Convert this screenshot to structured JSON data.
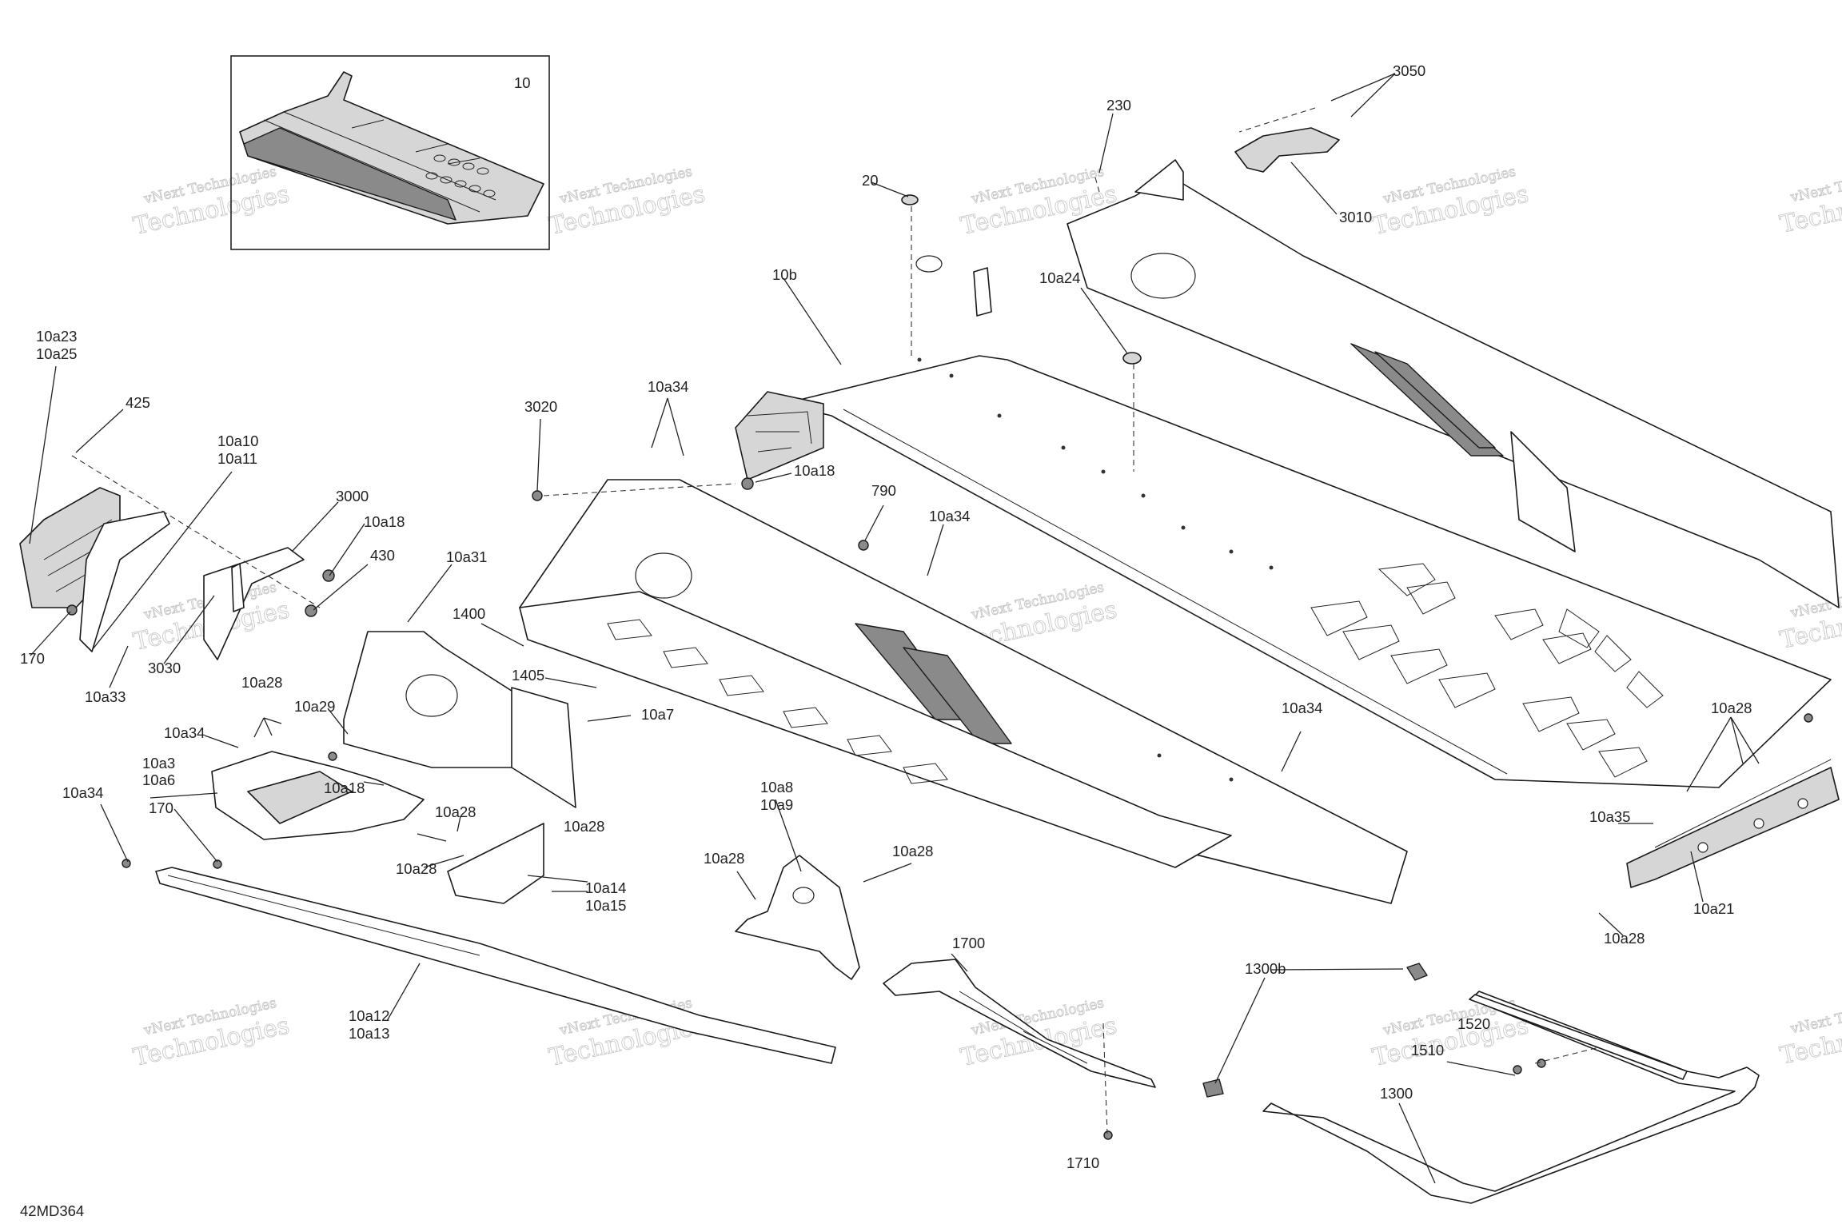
{
  "diagram_code": "42MD364",
  "inset": {
    "label": "10"
  },
  "watermark": {
    "line1": "vNext Technologies",
    "line2": "Technologies"
  },
  "callouts": {
    "c3050": "3050",
    "c230": "230",
    "c20": "20",
    "c3010": "3010",
    "c10b": "10b",
    "c10a24": "10a24",
    "c10a23": "10a23",
    "c10a25": "10a25",
    "c425": "425",
    "c10a10": "10a10",
    "c10a11": "10a11",
    "c3000": "3000",
    "c10a18_left": "10a18",
    "c430": "430",
    "c170_left": "170",
    "c3030": "3030",
    "c10a33": "10a33",
    "c3020": "3020",
    "c10a34_top": "10a34",
    "c10a18_mid": "10a18",
    "c790": "790",
    "c10a34_mid": "10a34",
    "c10a31": "10a31",
    "c1400": "1400",
    "c1405": "1405",
    "c10a7": "10a7",
    "c10a28_a": "10a28",
    "c10a29": "10a29",
    "c10a34_left": "10a34",
    "c10a3": "10a3",
    "c10a6": "10a6",
    "c10a18_low": "10a18",
    "c10a28_b": "10a28",
    "c10a28_c": "10a28",
    "c10a28_d": "10a28",
    "c10a14": "10a14",
    "c10a15": "10a15",
    "c10a34_far": "10a34",
    "c170_low": "170",
    "c10a12": "10a12",
    "c10a13": "10a13",
    "c10a8": "10a8",
    "c10a9": "10a9",
    "c10a28_e": "10a28",
    "c10a28_f": "10a28",
    "c1700": "1700",
    "c1710": "1710",
    "c10a34_right": "10a34",
    "c10a28_g": "10a28",
    "c10a35": "10a35",
    "c10a21": "10a21",
    "c10a28_h": "10a28",
    "c1300b": "1300b",
    "c1510": "1510",
    "c1520": "1520",
    "c1300": "1300"
  }
}
